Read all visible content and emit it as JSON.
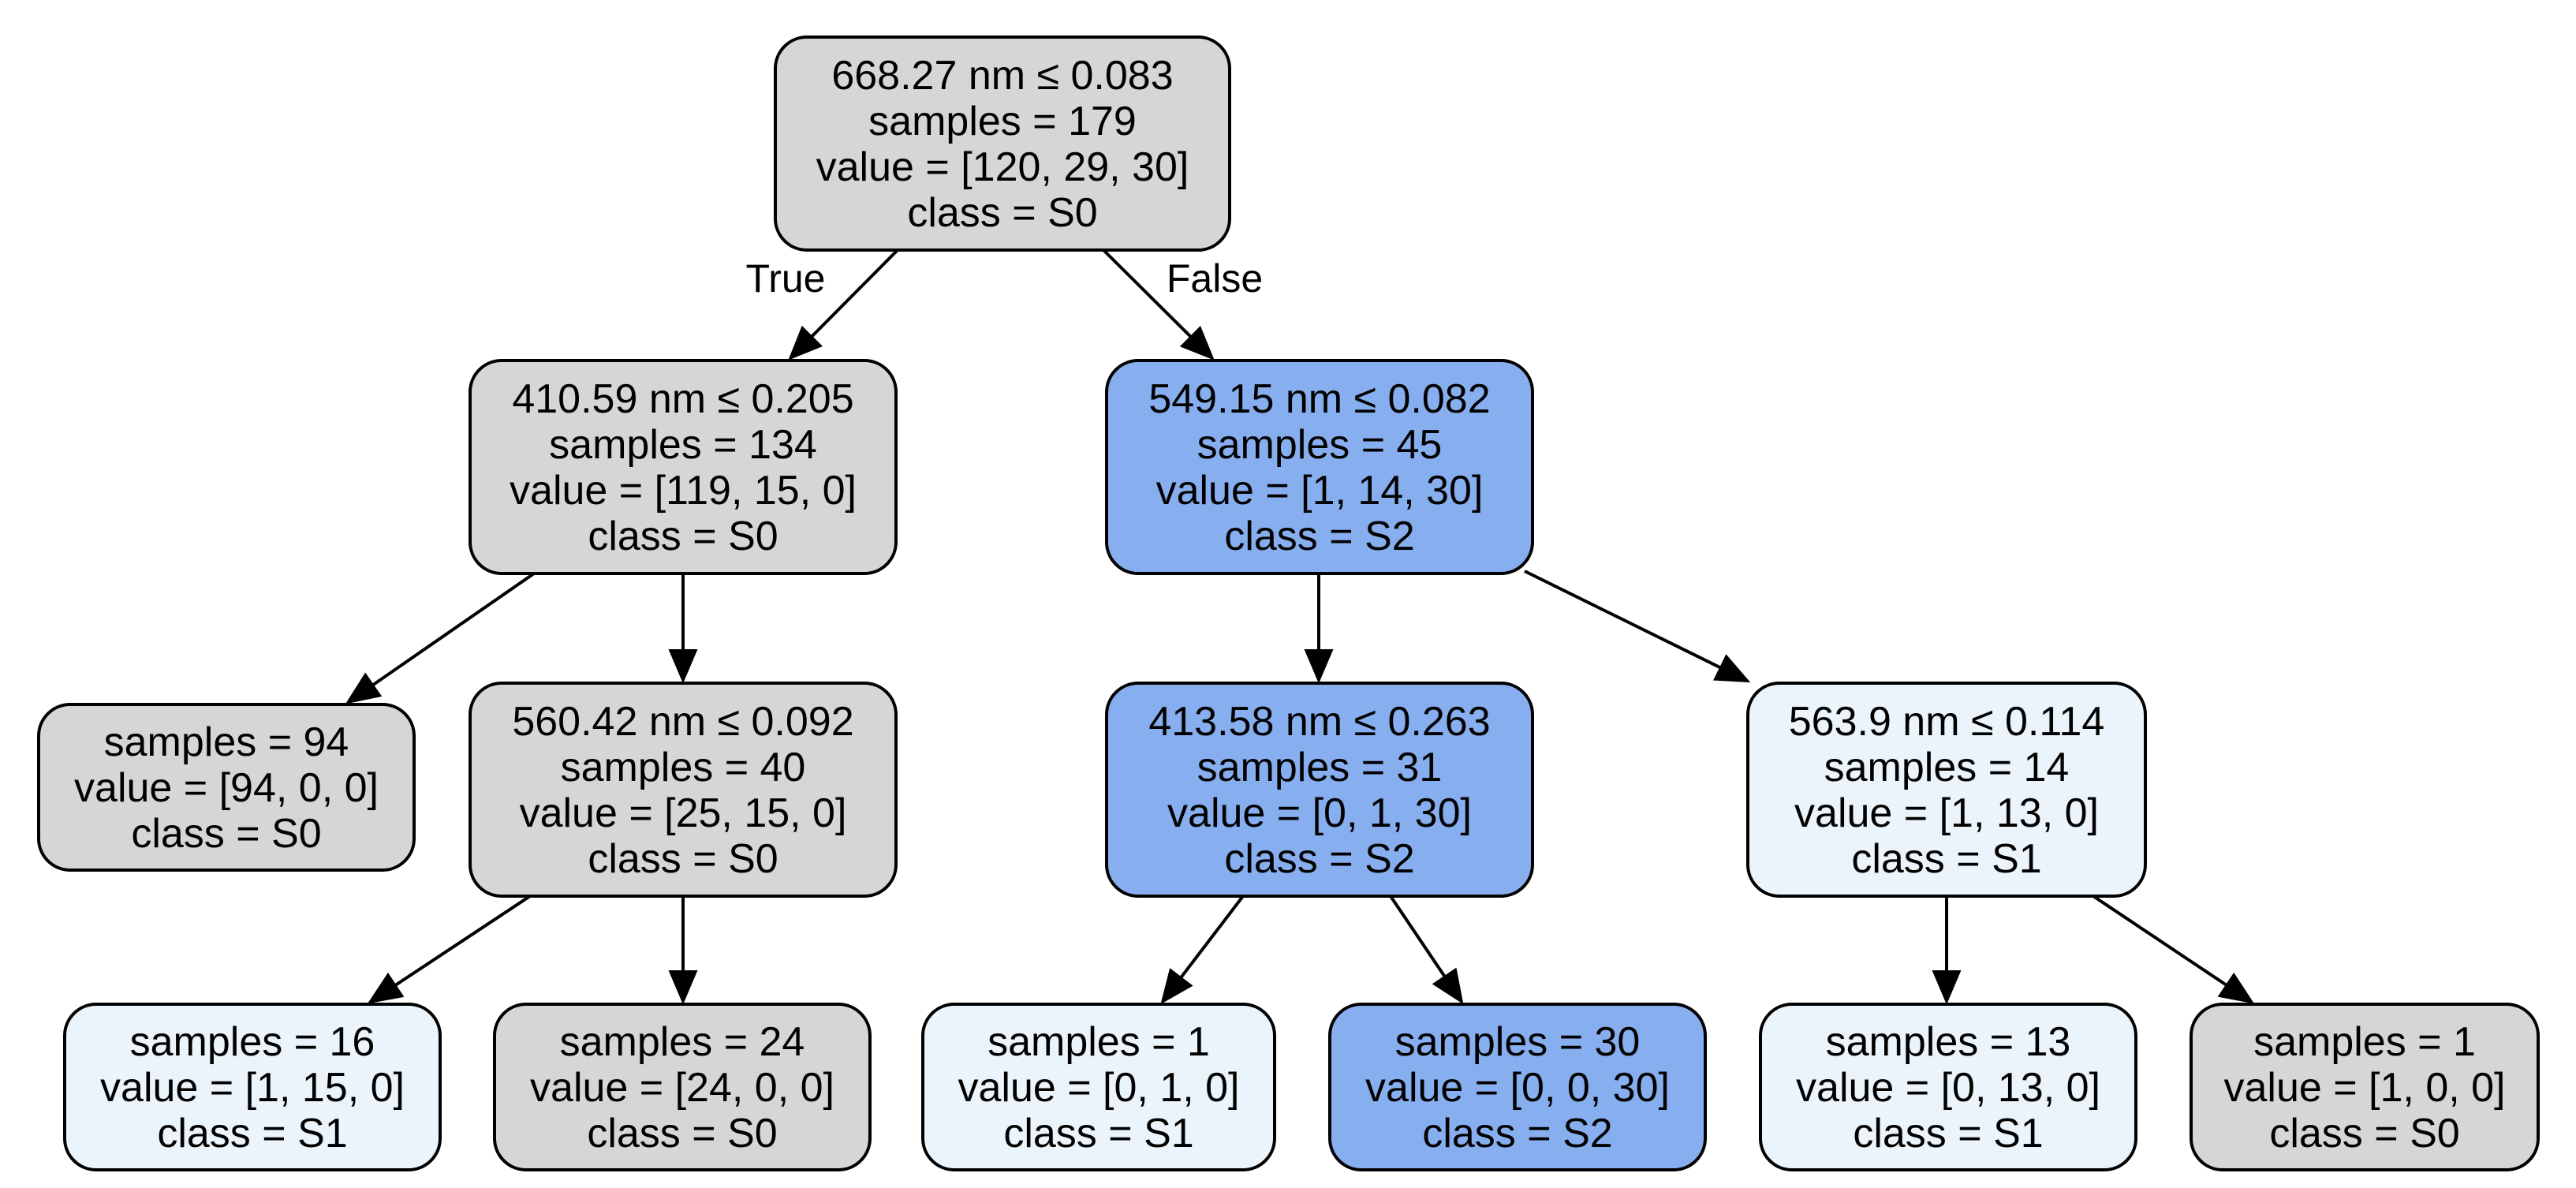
{
  "colors": {
    "S0": "#d6d6d6",
    "S1": "#ebf4fa",
    "S2": "#87aeef",
    "border": "#000000",
    "background": "#ffffff"
  },
  "edge_labels": {
    "true": "True",
    "false": "False"
  },
  "nodes": [
    {
      "id": "root",
      "class_key": "S0",
      "lines": [
        "668.27 nm ≤ 0.083",
        "samples = 179",
        "value = [120, 29, 30]",
        "class = S0"
      ]
    },
    {
      "id": "n1",
      "class_key": "S0",
      "lines": [
        "410.59 nm ≤ 0.205",
        "samples = 134",
        "value = [119, 15, 0]",
        "class = S0"
      ]
    },
    {
      "id": "n2",
      "class_key": "S2",
      "lines": [
        "549.15 nm ≤ 0.082",
        "samples = 45",
        "value = [1, 14, 30]",
        "class = S2"
      ]
    },
    {
      "id": "n3",
      "class_key": "S0",
      "lines": [
        "samples = 94",
        "value = [94, 0, 0]",
        "class = S0"
      ]
    },
    {
      "id": "n4",
      "class_key": "S0",
      "lines": [
        "560.42 nm ≤ 0.092",
        "samples = 40",
        "value = [25, 15, 0]",
        "class = S0"
      ]
    },
    {
      "id": "n5",
      "class_key": "S2",
      "lines": [
        "413.58 nm ≤ 0.263",
        "samples = 31",
        "value = [0, 1, 30]",
        "class = S2"
      ]
    },
    {
      "id": "n6",
      "class_key": "S1",
      "lines": [
        "563.9 nm ≤ 0.114",
        "samples = 14",
        "value = [1, 13, 0]",
        "class = S1"
      ]
    },
    {
      "id": "n7",
      "class_key": "S1",
      "lines": [
        "samples = 16",
        "value = [1, 15, 0]",
        "class = S1"
      ]
    },
    {
      "id": "n8",
      "class_key": "S0",
      "lines": [
        "samples = 24",
        "value = [24, 0, 0]",
        "class = S0"
      ]
    },
    {
      "id": "n9",
      "class_key": "S1",
      "lines": [
        "samples = 1",
        "value = [0, 1, 0]",
        "class = S1"
      ]
    },
    {
      "id": "n10",
      "class_key": "S2",
      "lines": [
        "samples = 30",
        "value = [0, 0, 30]",
        "class = S2"
      ]
    },
    {
      "id": "n11",
      "class_key": "S1",
      "lines": [
        "samples = 13",
        "value = [0, 13, 0]",
        "class = S1"
      ]
    },
    {
      "id": "n12",
      "class_key": "S0",
      "lines": [
        "samples = 1",
        "value = [1, 0, 0]",
        "class = S0"
      ]
    }
  ],
  "edges": [
    {
      "from": "root",
      "to": "n1",
      "label_key": "true"
    },
    {
      "from": "root",
      "to": "n2",
      "label_key": "false"
    },
    {
      "from": "n1",
      "to": "n3"
    },
    {
      "from": "n1",
      "to": "n4"
    },
    {
      "from": "n2",
      "to": "n5"
    },
    {
      "from": "n2",
      "to": "n6"
    },
    {
      "from": "n4",
      "to": "n7"
    },
    {
      "from": "n4",
      "to": "n8"
    },
    {
      "from": "n5",
      "to": "n9"
    },
    {
      "from": "n5",
      "to": "n10"
    },
    {
      "from": "n6",
      "to": "n11"
    },
    {
      "from": "n6",
      "to": "n12"
    }
  ]
}
